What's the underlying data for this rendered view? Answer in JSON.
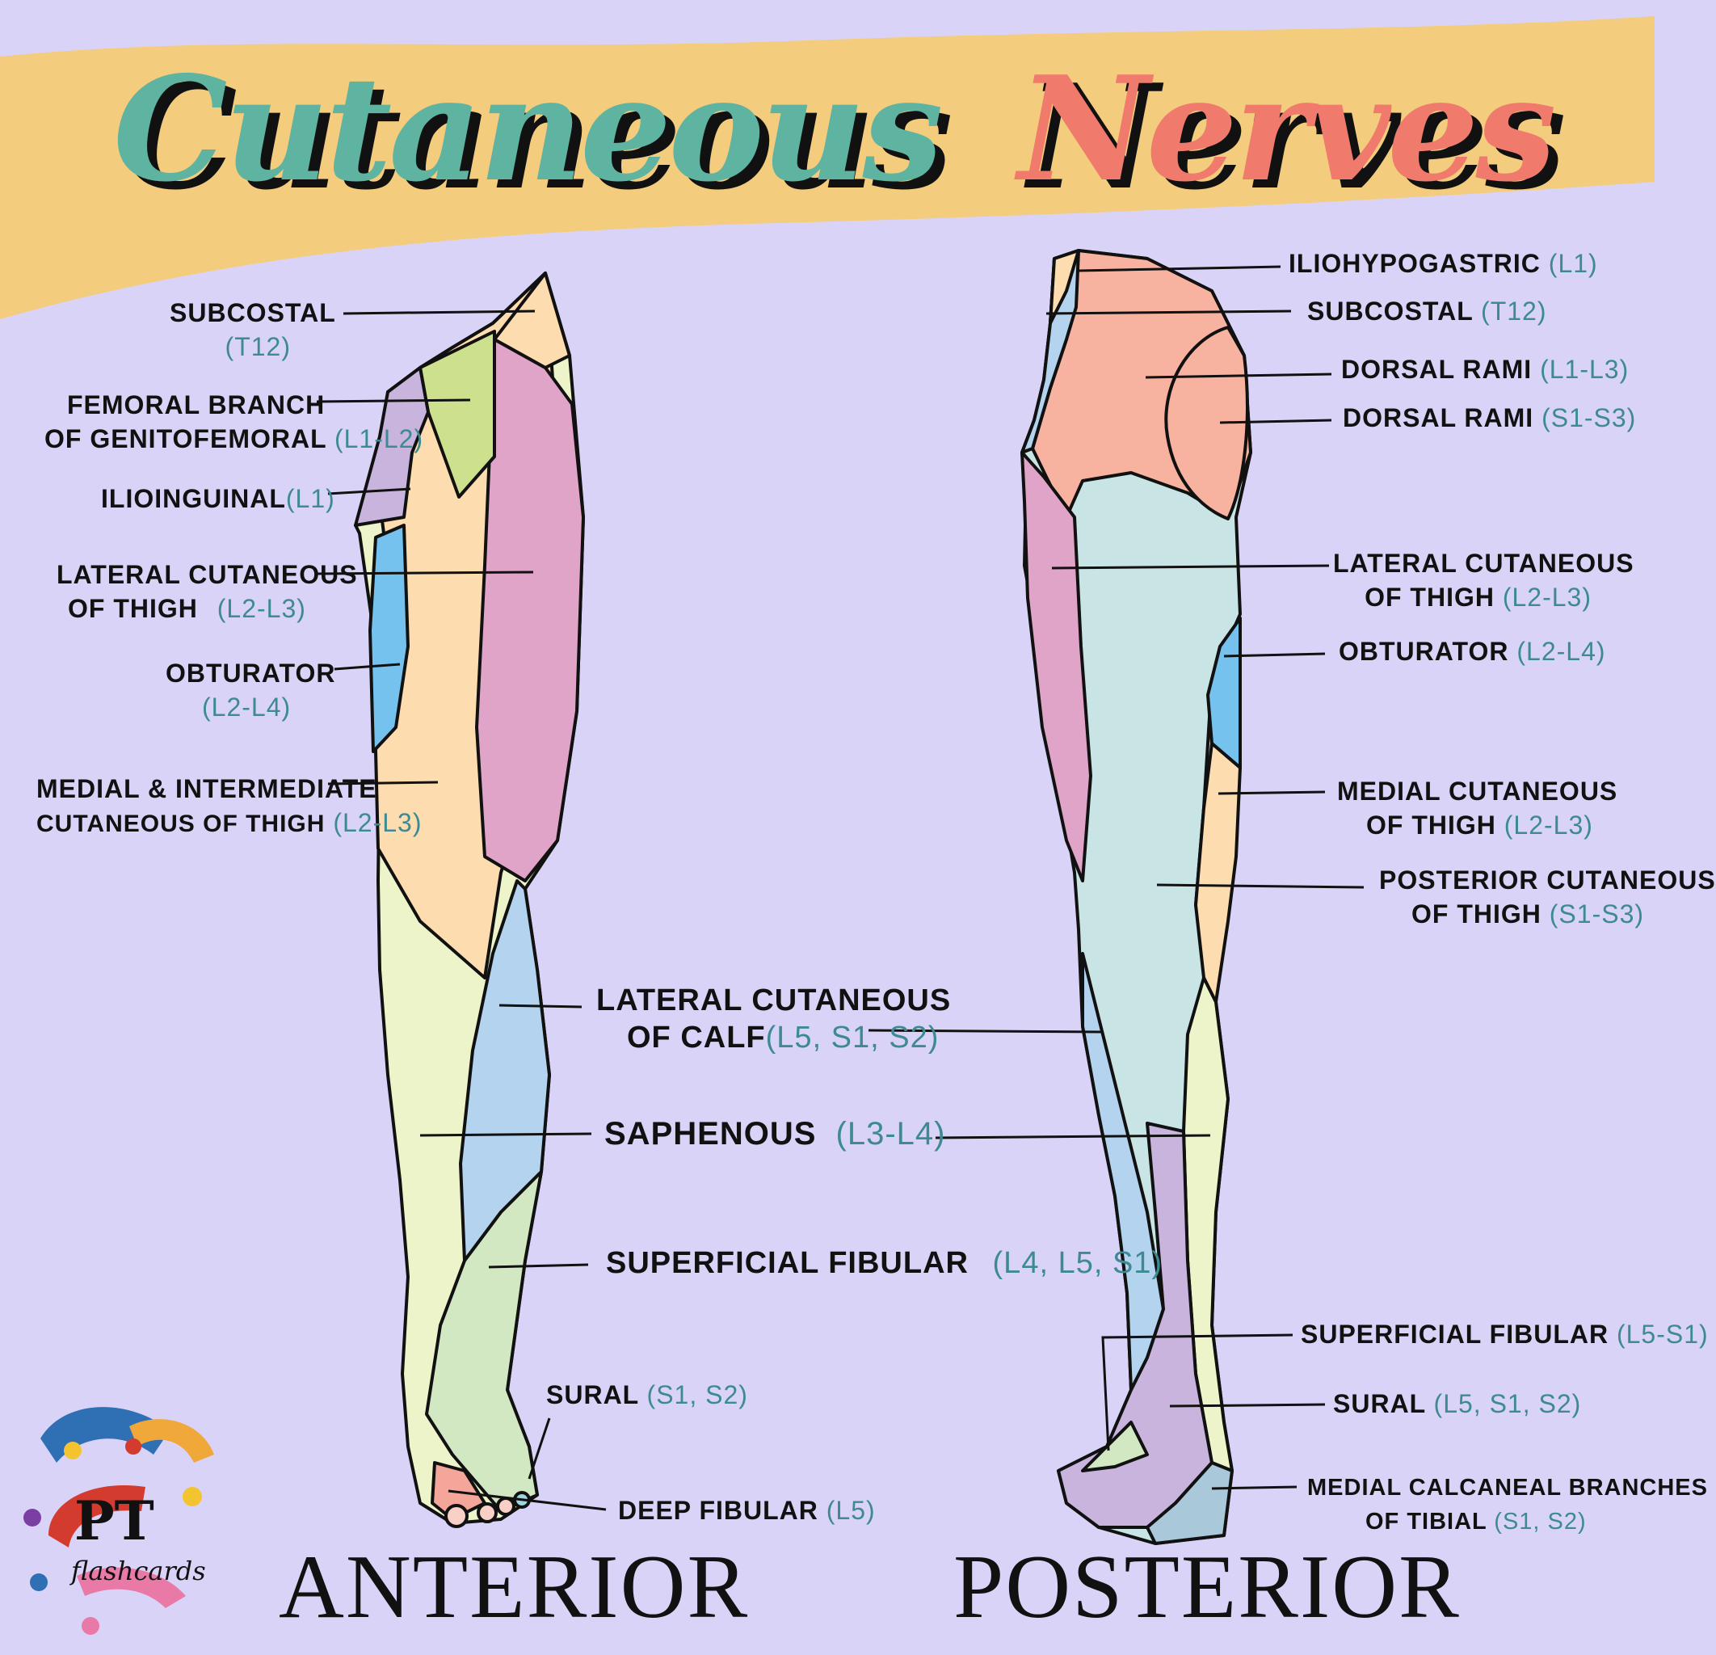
{
  "title": {
    "word1": "Cutaneous",
    "word2": "Nerves"
  },
  "colors": {
    "background": "#d9d4f7",
    "banner": "#f3cd7d",
    "title_teal": "#5fb3a1",
    "title_coral": "#f07b6c",
    "code_teal": "#3e8a93"
  },
  "anterior": {
    "view_label": "ANTERIOR",
    "labels": [
      {
        "name": "SUBCOSTAL",
        "code": "(T12)"
      },
      {
        "name": "FEMORAL BRANCH",
        "name2": "OF GENITOFEMORAL",
        "code": "(L1-L2)"
      },
      {
        "name": "ILIOINGUINAL",
        "code": "(L1)"
      },
      {
        "name": "LATERAL CUTANEOUS",
        "name2": "OF THIGH",
        "code": "(L2-L3)"
      },
      {
        "name": "OBTURATOR",
        "code": "(L2-L4)"
      },
      {
        "name": "MEDIAL & INTERMEDIATE",
        "name2": "CUTANEOUS OF THIGH",
        "code": "(L2-L3)"
      },
      {
        "name": "SURAL",
        "code": "(S1, S2)"
      },
      {
        "name": "DEEP FIBULAR",
        "code": "(L5)"
      }
    ]
  },
  "shared": {
    "labels": [
      {
        "name": "LATERAL CUTANEOUS",
        "name2": "OF CALF",
        "code": "(L5, S1, S2)"
      },
      {
        "name": "SAPHENOUS",
        "code": "(L3-L4)"
      },
      {
        "name": "SUPERFICIAL FIBULAR",
        "code": "(L4, L5, S1)"
      }
    ]
  },
  "posterior": {
    "view_label": "POSTERIOR",
    "labels": [
      {
        "name": "ILIOHYPOGASTRIC",
        "code": "(L1)"
      },
      {
        "name": "SUBCOSTAL",
        "code": "(T12)"
      },
      {
        "name": "DORSAL RAMI",
        "code": "(L1-L3)"
      },
      {
        "name": "DORSAL RAMI",
        "code": "(S1-S3)"
      },
      {
        "name": "LATERAL CUTANEOUS",
        "name2": "OF THIGH",
        "code": "(L2-L3)"
      },
      {
        "name": "OBTURATOR",
        "code": "(L2-L4)"
      },
      {
        "name": "MEDIAL CUTANEOUS",
        "name2": "OF THIGH",
        "code": "(L2-L3)"
      },
      {
        "name": "POSTERIOR CUTANEOUS",
        "name2": "OF THIGH",
        "code": "(S1-S3)"
      },
      {
        "name": "SUPERFICIAL FIBULAR",
        "code": "(L5-S1)"
      },
      {
        "name": "SURAL",
        "code": "(L5, S1, S2)"
      },
      {
        "name": "MEDIAL CALCANEAL BRANCHES",
        "name2": "OF TIBIAL",
        "code": "(S1, S2)"
      }
    ]
  },
  "logo": {
    "line1": "PT",
    "line2": "flashcards"
  }
}
